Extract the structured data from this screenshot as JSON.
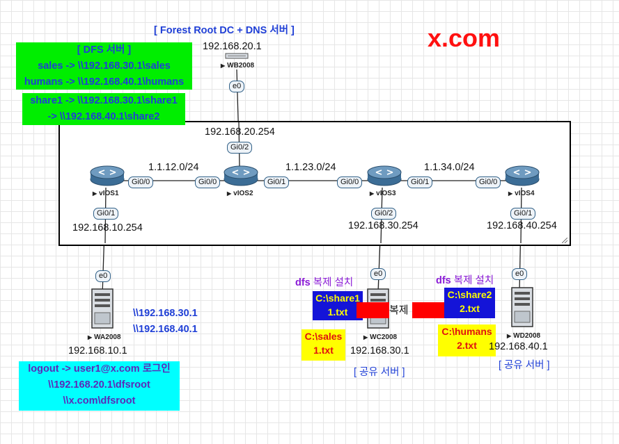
{
  "title_text": "x.com",
  "top_label": "[ Forest Root DC + DNS 서버 ]",
  "dfs_box": {
    "title": "[ DFS 서버 ]",
    "line1": "sales -> \\\\192.168.30.1\\sales",
    "line2": "humans -> \\\\192.168.40.1\\humans",
    "line3": "share1 -> \\\\192.168.30.1\\share1",
    "line4": "-> \\\\192.168.40.1\\share2"
  },
  "devices": {
    "wb2008": {
      "name": "WB2008",
      "ip": "192.168.20.1",
      "port": "e0"
    },
    "vios1": {
      "name": "vIOS1",
      "port_gi00": "Gi0/0",
      "port_gi01": "Gi0/1",
      "lan_ip": "192.168.10.254"
    },
    "vios2": {
      "name": "vIOS2",
      "port_gi00": "Gi0/0",
      "port_gi01": "Gi0/1",
      "port_gi02": "Gi0/2",
      "lan_ip": "192.168.20.254"
    },
    "vios3": {
      "name": "vIOS3",
      "port_gi00": "Gi0/0",
      "port_gi01": "Gi0/1",
      "port_gi02": "Gi0/2",
      "lan_ip": "192.168.30.254"
    },
    "vios4": {
      "name": "vIOS4",
      "port_gi00": "Gi0/0",
      "port_gi01": "Gi0/1",
      "lan_ip": "192.168.40.254"
    },
    "wa2008": {
      "name": "WA2008",
      "ip": "192.168.10.1",
      "port": "e0"
    },
    "wc2008": {
      "name": "WC2008",
      "ip": "192.168.30.1",
      "port": "e0"
    },
    "wd2008": {
      "name": "WD2008",
      "ip": "192.168.40.1",
      "port": "e0"
    }
  },
  "links": {
    "net12": "1.1.12.0/24",
    "net23": "1.1.23.0/24",
    "net34": "1.1.34.0/24"
  },
  "wa_paths": {
    "p1": "\\\\192.168.30.1",
    "p2": "\\\\192.168.40.1"
  },
  "logout_box": {
    "line1": "logout -> user1@x.com 로그인",
    "line2": "\\\\192.168.20.1\\dfsroot",
    "line3": "\\\\x.com\\dfsroot"
  },
  "wc_folders": {
    "dfs_label": "dfs",
    "dfs_label_kr": "복제 설치",
    "share_dir": "C:\\share1",
    "share_file": "1.txt",
    "sales_dir": "C:\\sales",
    "sales_file": "1.txt",
    "share_role": "[ 공유 서버 ]"
  },
  "wd_folders": {
    "dfs_label": "dfs",
    "dfs_label_kr": "복제 설치",
    "share_dir": "C:\\share2",
    "share_file": "2.txt",
    "humans_dir": "C:\\humans",
    "humans_file": "2.txt",
    "share_role": "[ 공유 서버 ]"
  },
  "replication_label": "복제",
  "colors": {
    "green_box": "#00ee00",
    "cyan_box": "#00ffff",
    "blue_text": "#1f3fd6",
    "purple_text": "#8a1ad6",
    "red": "#ff0000",
    "yellow": "#ffff00",
    "dark_blue_box": "#1414d8"
  }
}
